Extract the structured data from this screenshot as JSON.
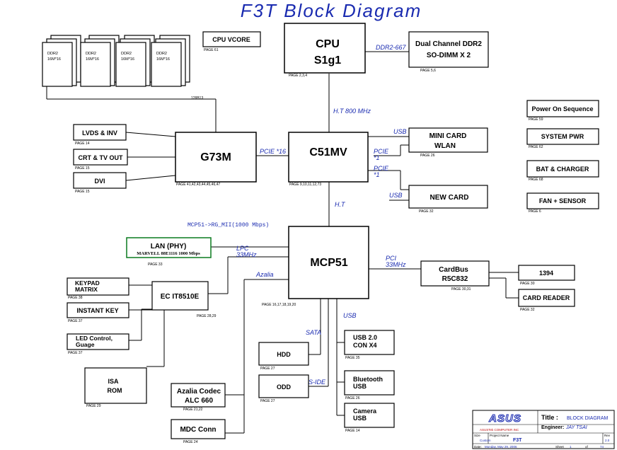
{
  "title": "F3T Block Diagram",
  "blocks": {
    "cpu": {
      "line1": "CPU",
      "line2": "S1g1",
      "page": "PAGE 2,3,4"
    },
    "cpu_vcore": {
      "label": "CPU VCORE",
      "page": "PAGE 61"
    },
    "ddr2_dimm": {
      "line1": "Dual Channel DDR2",
      "line2": "SO-DIMM X 2",
      "page": "PAGE 5,6"
    },
    "ddr2_chips": [
      {
        "line1": "DDR2",
        "line2": "16M*16"
      },
      {
        "line1": "DDR2",
        "line2": "16M*16"
      },
      {
        "line1": "DDR2",
        "line2": "16M*16"
      },
      {
        "line1": "DDR2",
        "line2": "16M*16"
      }
    ],
    "ddr2_chips_page": "128B13",
    "g73m": {
      "label": "G73M",
      "page": "PAGE 41,42,43,44,45,46,47"
    },
    "c51mv": {
      "label": "C51MV",
      "page": "PAGE 9,10,11,12,73"
    },
    "mcp51": {
      "label": "MCP51",
      "page": "PAGE 16,17,18,19,20"
    },
    "lvds": {
      "label": "LVDS & INV",
      "page": "PAGE 14"
    },
    "crt": {
      "label": "CRT & TV OUT",
      "page": "PAGE 15"
    },
    "dvi": {
      "label": "DVI",
      "page": "PAGE 15"
    },
    "mini_card": {
      "line1": "MINI CARD",
      "line2": "WLAN",
      "page": "PAGE 26"
    },
    "new_card": {
      "label": "NEW CARD",
      "page": "PAGE 32"
    },
    "power_seq": {
      "label": "Power On Sequence",
      "page": "PAGE 59"
    },
    "system_pwr": {
      "label": "SYSTEM PWR",
      "page": "PAGE 62"
    },
    "bat_charger": {
      "label": "BAT & CHARGER",
      "page": "PAGE 68"
    },
    "fan_sensor": {
      "label": "FAN + SENSOR",
      "page": "PAGE 6"
    },
    "lan": {
      "line1": "LAN (PHY)",
      "line2": "MARVELL 88E1116  1000 Mbps",
      "page": "PAGE 33"
    },
    "keypad": {
      "line1": "KEYPAD",
      "line2": "MATRIX",
      "page": "PAGE 38"
    },
    "instant_key": {
      "label": "INSTANT KEY",
      "page": "PAGE 37"
    },
    "led_control": {
      "line1": "LED Control,",
      "line2": "Guage",
      "page": "PAGE 37"
    },
    "ec": {
      "label": "EC IT8510E",
      "page": "PAGE 28,29"
    },
    "isa_rom": {
      "line1": "ISA",
      "line2": "ROM",
      "page": "PAGE 29"
    },
    "azalia_codec": {
      "line1": "Azalia Codec",
      "line2": "ALC 660",
      "page": "PAGE 21,22"
    },
    "mdc_conn": {
      "label": "MDC Conn",
      "page": "PAGE 24"
    },
    "hdd": {
      "label": "HDD",
      "page": "PAGE 27"
    },
    "odd": {
      "label": "ODD",
      "page": "PAGE 27"
    },
    "usb_con": {
      "line1": "USB 2.0",
      "line2": "CON X4",
      "page": "PAGE 35"
    },
    "bluetooth": {
      "line1": "Bluetooth",
      "line2": "USB",
      "page": "PAGE 26"
    },
    "camera": {
      "line1": "Camera",
      "line2": "USB",
      "page": "PAGE 14"
    },
    "cardbus": {
      "line1": "CardBus",
      "line2": "R5C832",
      "page": "PAGE 30,31"
    },
    "ieee1394": {
      "label": "1394",
      "page": "PAGE 30"
    },
    "card_reader": {
      "label": "CARD READER",
      "page": "PAGE 32"
    }
  },
  "buses": {
    "ddr2_667": "DDR2-667",
    "ht800": "H.T 800 MHz",
    "pcie16": "PCIE *16",
    "usb_mini": "USB",
    "pcie1_a": "PCIE",
    "pcie1_a_sub": "*1",
    "pcie1_b": "PCIE",
    "pcie1_b_sub": "*1",
    "usb_new": "USB",
    "ht": "H.T",
    "mcp_rgmii": "MCP51->RG_MII(1000 Mbps)",
    "lpc": "LPC",
    "lpc_freq": "33MHz",
    "azalia": "Azalia",
    "pci": "PCI",
    "pci_freq": "33MHz",
    "usb_mcp": "USB",
    "sata": "SATA",
    "s_ide": "S-IDE"
  },
  "title_block": {
    "logo": "ASUS",
    "title_label": "Title :",
    "title_value": "BLOCK DIAGRAM",
    "engineer_label": "Engineer:",
    "engineer_value": "JAY TSAI",
    "company": "ASUSTek COMPUTER INC",
    "size_label": "Size",
    "size_value": "Custom",
    "project_label": "Project Name",
    "project_value": "F3T",
    "rev_label": "Rev",
    "rev_value": "2.0",
    "date_label": "Date:",
    "date_value": "Monday, May 29, 2006",
    "sheet_label": "Sheet",
    "sheet_value": "1",
    "of_label": "of",
    "of_value": "74"
  }
}
